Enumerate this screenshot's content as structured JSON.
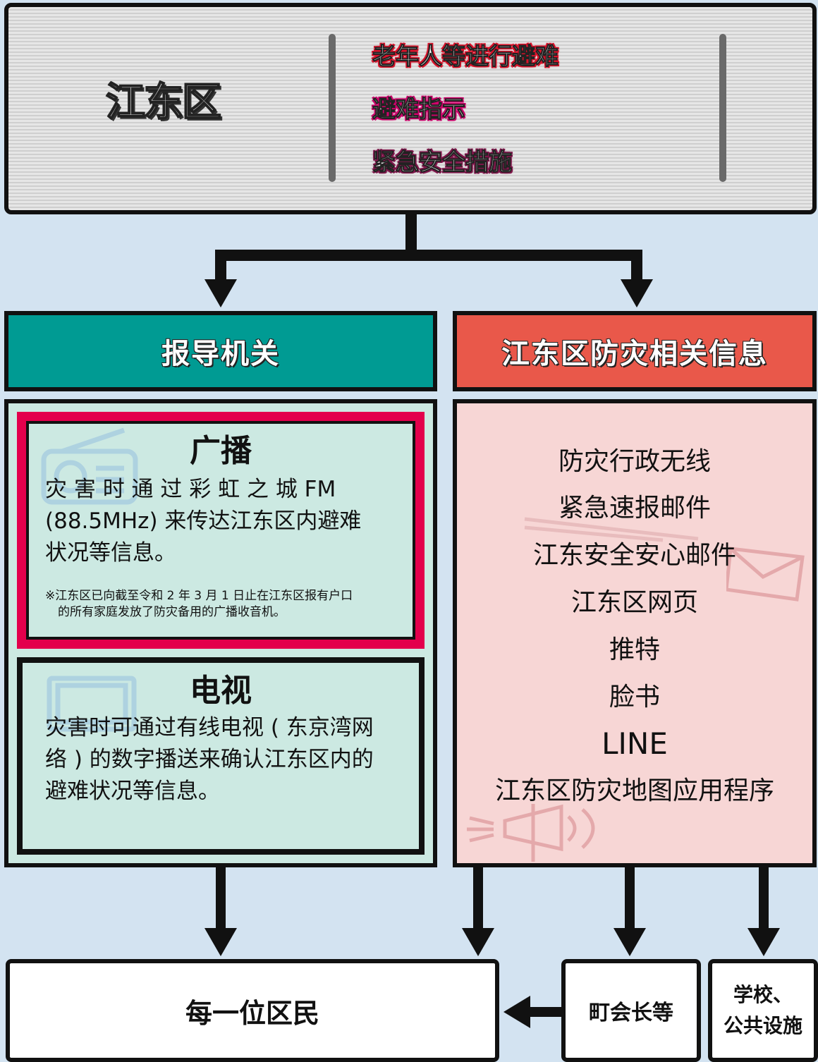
{
  "ward": {
    "name": "江东区",
    "alerts": [
      "老年人等进行避难",
      "避难指示",
      "紧急安全措施"
    ]
  },
  "media": {
    "header": "报导机关",
    "radio": {
      "title": "广播",
      "body_lines": [
        "灾 害 时 通 过 彩 虹 之 城 FM",
        "(88.5MHz) 来传达江东区内避难",
        "状况等信息。"
      ],
      "note_lines": [
        "※江东区已向截至令和 2 年 3 月 1 日止在江东区报有户口",
        "的所有家庭发放了防灾备用的广播收音机。"
      ]
    },
    "tv": {
      "title": "电视",
      "body_lines": [
        "灾害时可通过有线电视 ( 东京湾网",
        "络 ) 的数字播送来确认江东区内的",
        "避难状况等信息。"
      ]
    }
  },
  "info": {
    "header": "江东区防灾相关信息",
    "items": [
      "防灾行政无线",
      "紧急速报邮件",
      "江东安全安心邮件",
      "江东区网页",
      "推特",
      "脸书",
      "LINE",
      "江东区防灾地图应用程序"
    ]
  },
  "recipients": {
    "residents": "每一位区民",
    "chiefs": "町会长等",
    "schools_line1": "学校、",
    "schools_line2": "公共设施"
  },
  "colors": {
    "background": "#d3e3f1",
    "media_header": "#009b93",
    "info_header": "#e9584a",
    "media_panel": "#cce9e2",
    "info_panel": "#f7d6d5",
    "radio_border": "#e3004c"
  }
}
